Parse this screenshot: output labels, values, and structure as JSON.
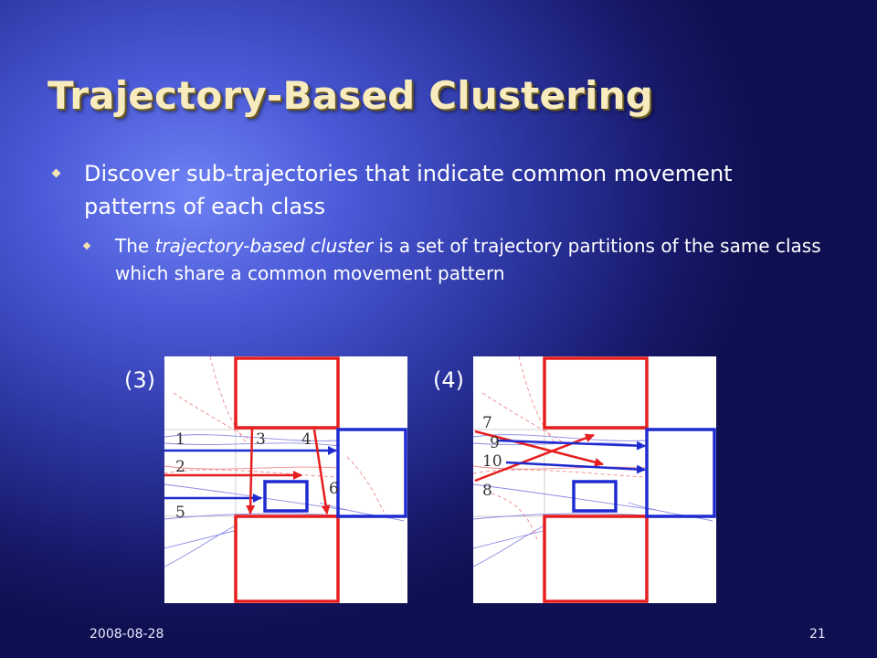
{
  "title": "Trajectory-Based Clustering",
  "bullets": {
    "main": "Discover sub-trajectories that indicate common movement patterns of each class",
    "sub": {
      "before": "The ",
      "emphasis": "trajectory-based cluster",
      "after": " is a set of trajectory partitions of the same class which share a common movement pattern"
    }
  },
  "figures": {
    "fig3": {
      "label": "(3)",
      "numbers": [
        "1",
        "2",
        "3",
        "4",
        "5",
        "6"
      ]
    },
    "fig4": {
      "label": "(4)",
      "numbers": [
        "7",
        "9",
        "10",
        "8"
      ]
    }
  },
  "footer": {
    "date": "2008-08-28",
    "page": "21"
  },
  "colors": {
    "class_red": "#e61e1e",
    "class_blue": "#1f2bd1",
    "title_color": "#f8ecbf"
  }
}
